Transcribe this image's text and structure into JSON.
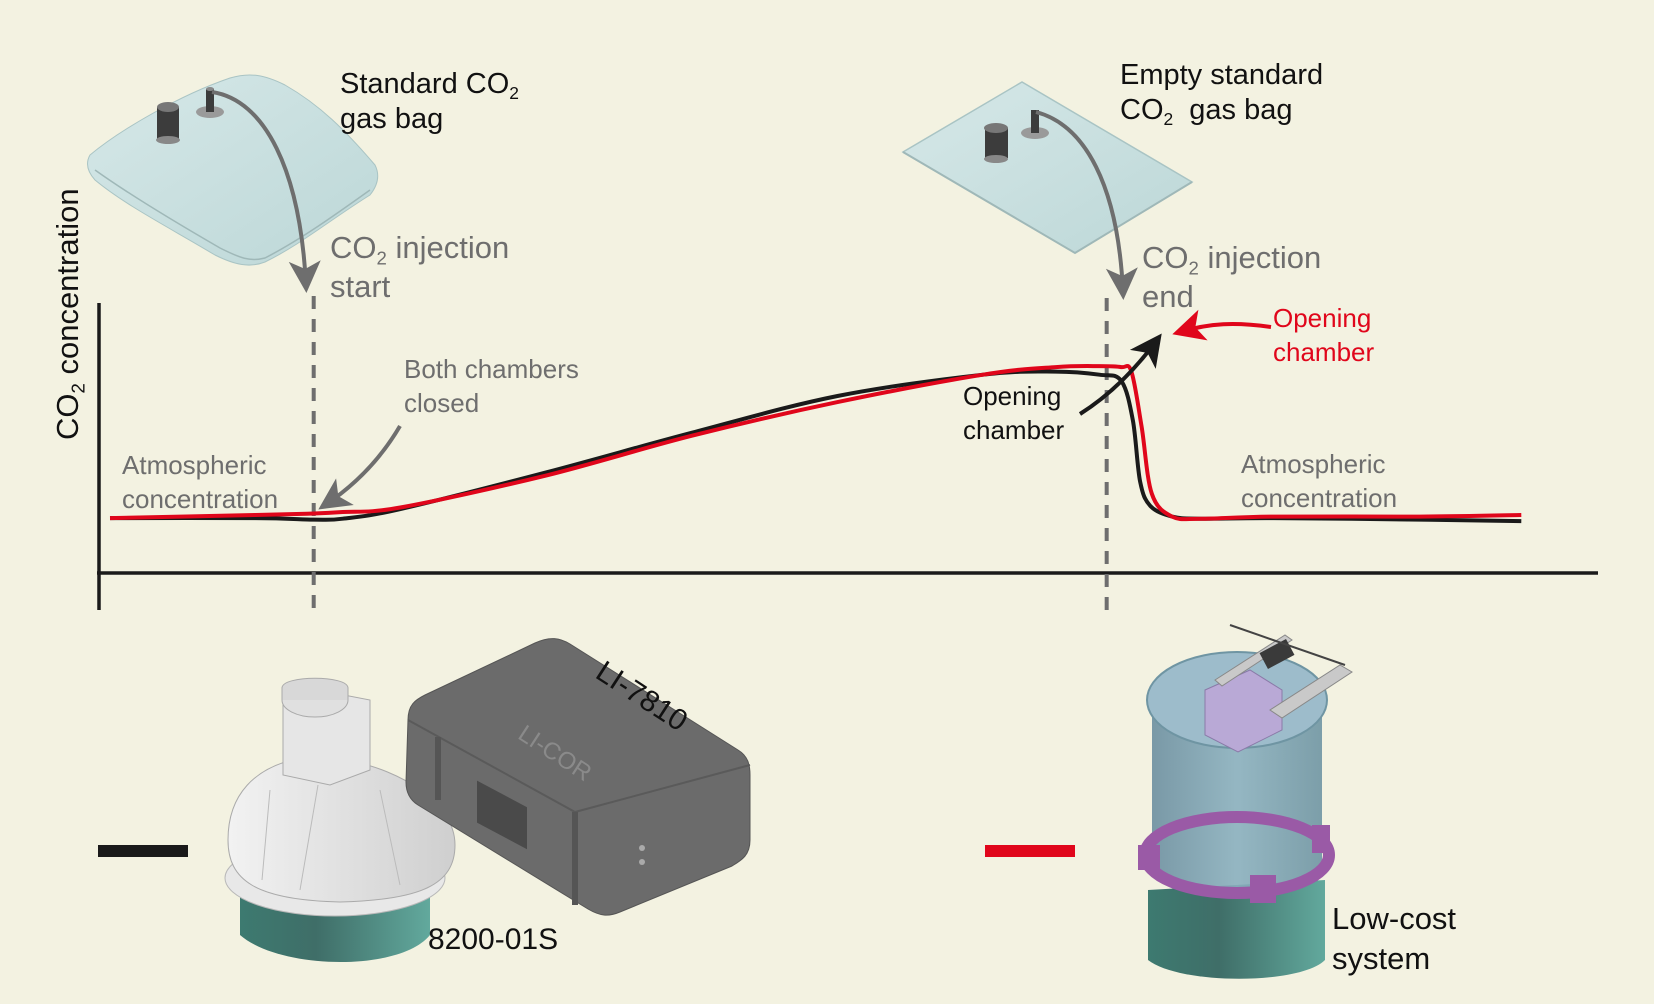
{
  "title_labels": {
    "standard_bag": {
      "line1_prefix": "Standard CO",
      "line1_sub": "2",
      "line2": "gas bag"
    },
    "empty_bag": {
      "line1": "Empty standard",
      "line2_prefix": "CO",
      "line2_sub": "2",
      "line2_suffix": "  gas bag"
    },
    "injection_start": {
      "prefix": "CO",
      "sub": "2",
      "suffix": " injection",
      "line2": "start"
    },
    "injection_end": {
      "prefix": "CO",
      "sub": "2",
      "suffix": " injection",
      "line2": "end"
    }
  },
  "annotations": {
    "both_closed": {
      "line1": "Both chambers",
      "line2": "closed"
    },
    "atm_left": {
      "line1": "Atmospheric",
      "line2": "concentration"
    },
    "atm_right": {
      "line1": "Atmospheric",
      "line2": "concentration"
    },
    "opening_black": {
      "line1": "Opening",
      "line2": "chamber"
    },
    "opening_red": {
      "line1": "Opening",
      "line2": "chamber"
    }
  },
  "devices": {
    "chamber_8200": "8200-01S",
    "analyzer": "LI-7810",
    "analyzer_brand": "LI-COR",
    "low_cost": {
      "line1": "Low-cost",
      "line2": "system"
    }
  },
  "colors": {
    "background": "#f3f2e1",
    "licor_series": "#1a1a1a",
    "lowcost_series": "#e0061b",
    "annotation_gray": "#6e6e6e",
    "bag_fill": "#c9e0e0",
    "chamber_teal": "#4e9a90",
    "ring_purple": "#9a5aa6"
  },
  "chart_data": {
    "type": "line",
    "title": "",
    "xlabel": "",
    "ylabel": "CO2 concentration",
    "ylabel_parts": {
      "prefix": "CO",
      "sub": "2",
      "suffix": " concentration"
    },
    "x_ticks": [],
    "y_ticks": [],
    "xlim": [
      0,
      100
    ],
    "ylim": [
      0,
      100
    ],
    "grid": false,
    "vertical_markers": [
      {
        "x": 14,
        "label": "CO2 injection start"
      },
      {
        "x": 68.5,
        "label": "CO2 injection end"
      }
    ],
    "series": [
      {
        "name": "LI-COR 8200-01S + LI-7810",
        "color": "#1a1a1a",
        "x": [
          0,
          10,
          14,
          16,
          20,
          30,
          40,
          50,
          60,
          65,
          68,
          69.5,
          70.3,
          70.8,
          71.5,
          73,
          75,
          80,
          90,
          97
        ],
        "y": [
          18,
          18,
          17.5,
          17.8,
          21,
          33,
          46,
          58,
          65,
          66,
          65,
          63,
          50,
          30,
          22,
          18.5,
          17.8,
          18,
          17.5,
          17
        ]
      },
      {
        "name": "Low-cost system",
        "color": "#e0061b",
        "x": [
          0,
          10,
          14,
          16,
          20,
          30,
          40,
          50,
          60,
          65,
          68,
          69.5,
          70.2,
          70.9,
          71.6,
          73,
          75,
          80,
          90,
          97
        ],
        "y": [
          18,
          19,
          19.5,
          20,
          21.5,
          32,
          45,
          56,
          65,
          67.5,
          67.8,
          67.5,
          66,
          48,
          26,
          18.5,
          17.8,
          18.5,
          18.5,
          19
        ]
      }
    ],
    "legend": [
      {
        "label": "8200-01S / LI-7810",
        "color": "#1a1a1a",
        "placement": "bottom-left"
      },
      {
        "label": "Low-cost system",
        "color": "#e0061b",
        "placement": "bottom-right"
      }
    ]
  }
}
